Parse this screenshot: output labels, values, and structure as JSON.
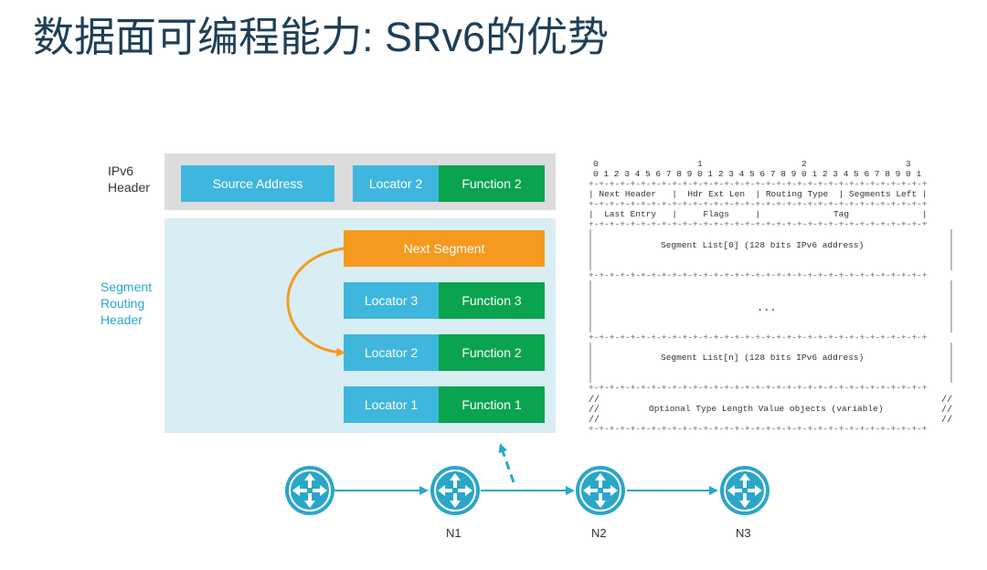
{
  "title": "数据面可编程能力: SRv6的优势",
  "labels": {
    "ipv6_line1": "IPv6",
    "ipv6_line2": "Header",
    "srh_line1": "Segment",
    "srh_line2": "Routing",
    "srh_line3": "Header"
  },
  "ipv6_header": {
    "source_address": "Source Address",
    "locator": "Locator 2",
    "function": "Function 2"
  },
  "srh": {
    "next_segment": "Next Segment",
    "rows": [
      {
        "locator": "Locator 3",
        "function": "Function 3"
      },
      {
        "locator": "Locator 2",
        "function": "Function 2"
      },
      {
        "locator": "Locator 1",
        "function": "Function 1"
      }
    ]
  },
  "packet_format": {
    "bit_tens": "0                   1                   2                   3",
    "bit_ones": "0 1 2 3 4 5 6 7 8 9 0 1 2 3 4 5 6 7 8 9 0 1 2 3 4 5 6 7 8 9 0 1",
    "border": "+-+-+-+-+-+-+-+-+-+-+-+-+-+-+-+-+-+-+-+-+-+-+-+-+-+-+-+-+-+-+-+-+",
    "row1": "| Next Header   |  Hdr Ext Len  | Routing Type  | Segments Left |",
    "row2": "|  Last Entry   |     Flags     |              Tag              |",
    "segment_list_0": "Segment List[0] (128 bits IPv6 address)",
    "ellipsis": "...",
    "segment_list_n": "Segment List[n] (128 bits IPv6 address)",
    "tlv": "Optional Type Length Value objects (variable)"
  },
  "nodes": [
    {
      "label": ""
    },
    {
      "label": "N1"
    },
    {
      "label": "N2"
    },
    {
      "label": "N3"
    }
  ],
  "colors": {
    "title": "#1f3f57",
    "blue": "#3fb6dd",
    "green": "#0aa350",
    "orange": "#f59a1f",
    "router": "#2aa6c9",
    "srh_bg": "#d9eef4",
    "ipv6_bg": "#dcdcdc"
  }
}
